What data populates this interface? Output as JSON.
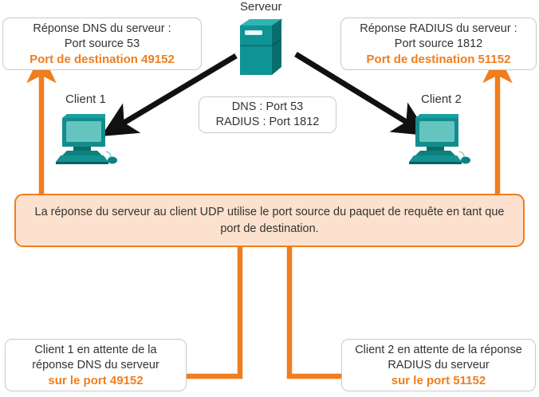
{
  "diagram": {
    "title_implicit": "UDP server response port diagram",
    "accent_orange": "#F07D1E",
    "fill_peach": "#FBE1CE",
    "device_teal": "#0F8C8C",
    "text_gray": "#333333",
    "box_border_gray": "#C9C9C9"
  },
  "nodes": {
    "server": {
      "label": "Serveur",
      "icon": "server-tower-icon"
    },
    "client1": {
      "label": "Client 1",
      "icon": "desktop-computer-icon"
    },
    "client2": {
      "label": "Client 2",
      "icon": "desktop-computer-icon"
    }
  },
  "callouts": {
    "dns_response": {
      "line1": "Réponse DNS du serveur :",
      "line2": "Port source 53",
      "line3": "Port de destination 49152"
    },
    "radius_response": {
      "line1": "Réponse RADIUS du serveur :",
      "line2": "Port source 1812",
      "line3": "Port de destination 51152"
    },
    "server_ports": {
      "line1": "DNS : Port 53",
      "line2": "RADIUS : Port 1812"
    },
    "client1_wait": {
      "line1": "Client 1 en attente de la",
      "line2": "réponse DNS du serveur",
      "line3": "sur le port 49152"
    },
    "client2_wait": {
      "line1": "Client 2 en attente de la réponse",
      "line2": "RADIUS du serveur",
      "line3": "sur le port 51152"
    }
  },
  "message": {
    "line1": "La réponse du serveur au client UDP utilise le port source du paquet de requête",
    "line2": "en tant que port de destination."
  },
  "connectors": [
    {
      "name": "server-to-client1-arrow",
      "color": "#111111",
      "style": "solid-black-arrow"
    },
    {
      "name": "server-to-client2-arrow",
      "color": "#111111",
      "style": "solid-black-arrow"
    },
    {
      "name": "message-to-dns-callout-arrow",
      "color": "#F07D1E",
      "style": "vertical-up-arrow"
    },
    {
      "name": "message-to-radius-callout-arrow",
      "color": "#F07D1E",
      "style": "vertical-up-arrow"
    },
    {
      "name": "message-to-client1-wait-arrow",
      "color": "#F07D1E",
      "style": "elbow-left-arrow"
    },
    {
      "name": "message-to-client2-wait-arrow",
      "color": "#F07D1E",
      "style": "elbow-right-arrow"
    }
  ]
}
